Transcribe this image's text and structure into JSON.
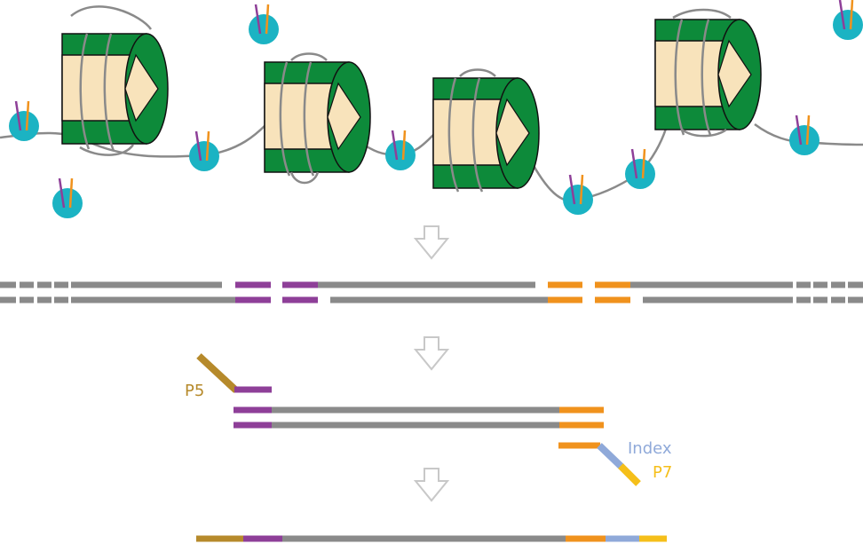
{
  "labels": {
    "p5": "P5",
    "index": "Index",
    "p7": "P7"
  },
  "colors": {
    "background": "#ffffff",
    "dna": "#8a8a8a",
    "histone_core": "#f8e3bb",
    "histone_band": "#0d8a3a",
    "transposase": "#1bb3c3",
    "adapter_purple": "#8e3f98",
    "adapter_orange": "#f0921d",
    "p5": "#b68a2b",
    "index": "#8fa9d9",
    "p7": "#f5bf1a",
    "arrow": "#c8c8c8",
    "outline": "#111111"
  },
  "icons": {
    "step_arrow": "down-arrow-icon",
    "transposase": "transposase-icon",
    "nucleosome": "nucleosome-icon"
  }
}
